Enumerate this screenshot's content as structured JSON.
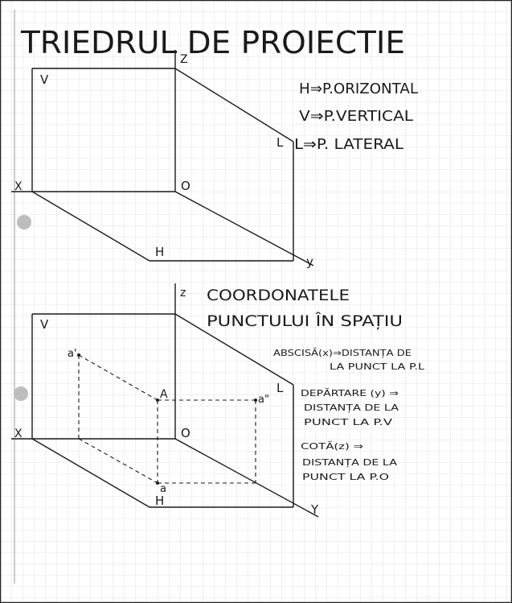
{
  "title": "TRIEDRUL DE PROIECTIE",
  "diagram1": {
    "labels": {
      "v": "V",
      "z": "Z",
      "x": "X",
      "o": "O",
      "h": "H",
      "y": "y",
      "l": "L"
    },
    "legend": [
      "H⇒P.ORIZONTAL",
      "V⇒P.VERTICAL",
      "L⇒P. LATERAL"
    ]
  },
  "diagram2": {
    "title_line1": "COORDONATELE",
    "title_line2": "PUNCTULUI ÎN SPAȚIU",
    "labels": {
      "v": "V",
      "z": "z",
      "x": "X",
      "o": "O",
      "h": "H",
      "y": "Y",
      "l": "L",
      "a_upper": "A",
      "a_prime": "a'",
      "a_second": "a\"",
      "a_lower": "a"
    },
    "definitions": {
      "abscisa": [
        "ABSCISĂ(x)⇒DISTANȚA DE",
        "LA PUNCT LA P.L"
      ],
      "departare": [
        "DEPĂRTARE (y) ⇒",
        "DISTANȚA DE LA",
        "PUNCT LA P.V"
      ],
      "cota": [
        "COTĂ(z) ⇒",
        "DISTANȚA DE LA",
        "PUNCT LA P.O"
      ]
    }
  },
  "colors": {
    "paper": "#ffffff",
    "grid": "#d9d9d9",
    "ink": "#1a1a1a"
  }
}
